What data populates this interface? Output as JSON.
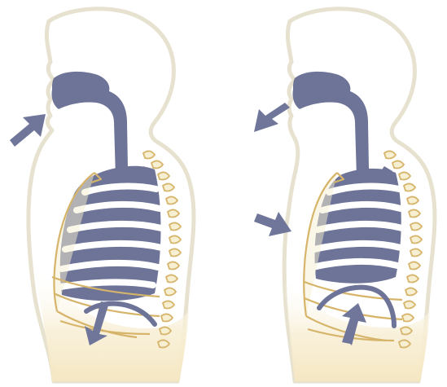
{
  "figure": {
    "panels": [
      {
        "phase": "inhalation",
        "air_flow": "in",
        "diaphragm_motion": "down",
        "chest_wall_motion": "out"
      },
      {
        "phase": "exhalation",
        "air_flow": "out",
        "diaphragm_motion": "up",
        "chest_wall_motion": "in"
      }
    ],
    "colors": {
      "background": "#ffffff",
      "body_outline": "#e7e2cf",
      "body_fill": "#ffffff",
      "abdomen_fill": "#f7ebce",
      "airway_and_lungs": "#6d7497",
      "rib_fill": "#f7efd2",
      "rib_outline": "#d6b46a",
      "arrow": "#6f769a"
    },
    "icons": [
      "head-silhouette",
      "airway",
      "rib-cage",
      "spine",
      "diaphragm",
      "airflow-arrow"
    ]
  }
}
